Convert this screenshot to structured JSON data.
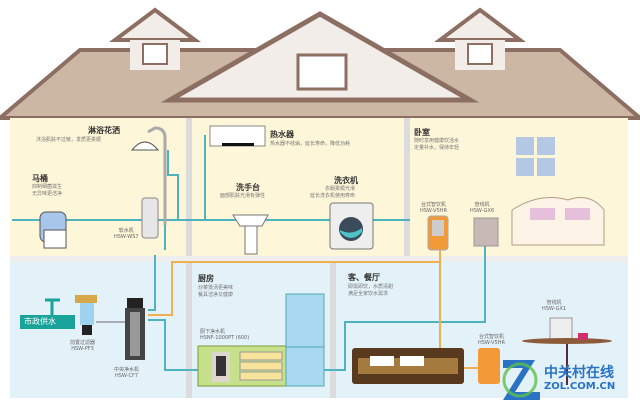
{
  "colors": {
    "upper_wall": "#fdf6d8",
    "lower_wall": "#e3f1f8",
    "roof": "#8d6e63",
    "roof_fill": "#cbb7a4",
    "pipe_blue": "#4fb3bf",
    "pipe_orange": "#f0b050",
    "municipal": "#1aa39a"
  },
  "upstairs": {
    "shower": {
      "title": "淋浴花洒",
      "desc": "沐浴肌肤不过敏，发质更柔顺"
    },
    "toilet": {
      "title": "马桶",
      "desc1": "抑制细菌滋生",
      "desc2": "无异味更洁净"
    },
    "softener": {
      "name": "软水机",
      "model": "HSW-WS7"
    },
    "heater": {
      "title": "热水器",
      "desc": "热水器不结垢，延长寿命，降低功耗"
    },
    "basin": {
      "title": "洗手台",
      "desc": "面部肌肤光滑有弹性"
    },
    "washer": {
      "title": "洗衣机",
      "desc1": "衣服柔顺光滑",
      "desc2": "延长洗衣机使用寿命"
    },
    "bedroom": {
      "title": "卧室",
      "desc1": "随时享用健康饮活水",
      "desc2": "定量补水，保持年轻",
      "dispenser_name": "台式智饮机",
      "dispenser_model": "HSW-V5HR",
      "pipeline_name": "管线机",
      "pipeline_model": "HSW-GX6"
    }
  },
  "downstairs": {
    "municipal": "市政供水",
    "prefilter": {
      "name": "前置过滤器",
      "model": "HSW-PF3"
    },
    "central": {
      "name": "中央净水机",
      "model": "HSW-CF7"
    },
    "kitchen": {
      "title": "厨房",
      "desc1": "炒菜煲汤更美味",
      "desc2": "餐具洁净又健康",
      "purifier_name": "厨下净水机",
      "purifier_model": "HSNF-1000PT (600)"
    },
    "living": {
      "title": "客、餐厅",
      "desc1": "即需即饮，水质清甜",
      "desc2": "满足全家饮水需求",
      "pipeline_name": "管线机",
      "pipeline_model": "HSW-GX1",
      "dispenser_name": "台式智饮机",
      "dispenser_model": "HSW-V5HR"
    }
  },
  "watermark": {
    "cn": "中关村在线",
    "en": "ZOL.COM.CN"
  }
}
